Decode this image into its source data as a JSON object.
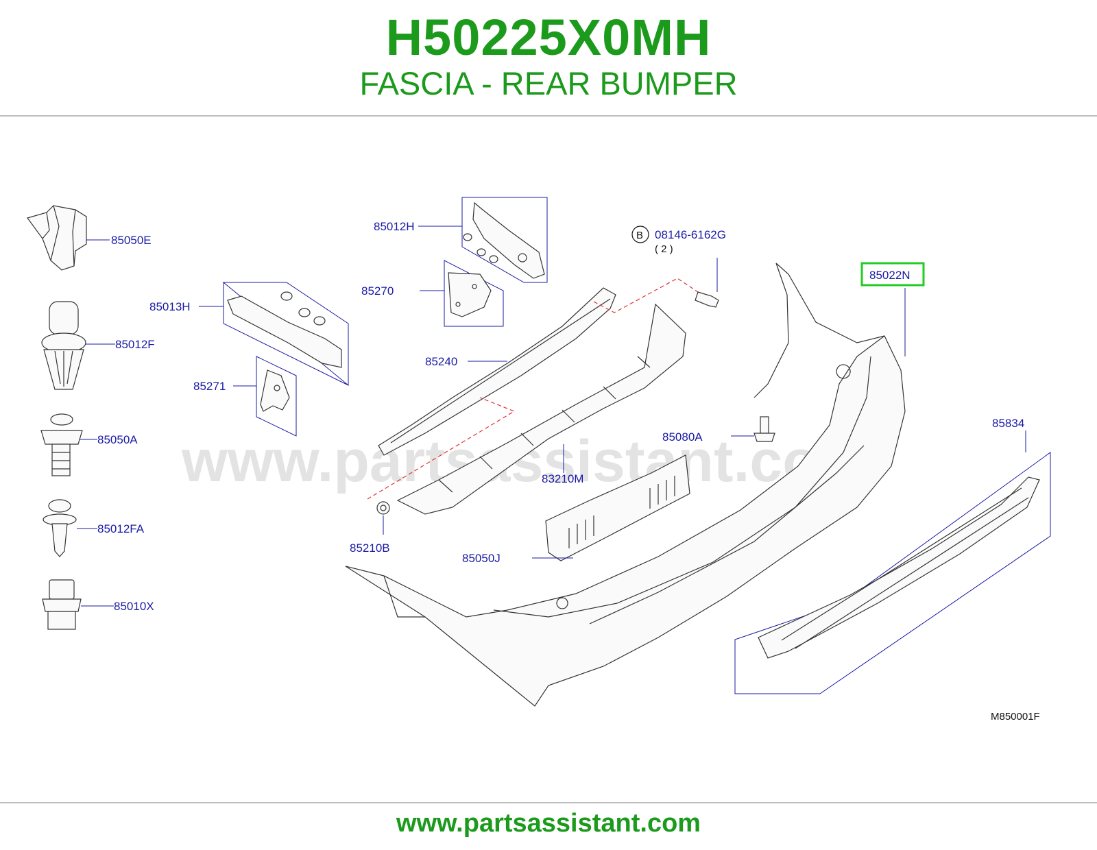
{
  "header": {
    "part_number": "H50225X0MH",
    "subtitle": "FASCIA - REAR BUMPER"
  },
  "diagram": {
    "watermark": "www.partsassistant.com",
    "figure_code": "M850001F",
    "bolt_callout": {
      "badge": "B",
      "code": "08146-6162G",
      "qty": "( 2 )"
    },
    "highlight_color": "#22cc22",
    "label_color": "#1a1aa6",
    "callouts": {
      "p85050E": "85050E",
      "p85012F": "85012F",
      "p85050A": "85050A",
      "p85012FA": "85012FA",
      "p85010X": "85010X",
      "p85013H": "85013H",
      "p85271": "85271",
      "p85012H": "85012H",
      "p85270": "85270",
      "p85240": "85240",
      "p83210M": "83210M",
      "p85210B": "85210B",
      "p85050J": "85050J",
      "p85080A": "85080A",
      "p85022N": "85022N",
      "p85834": "85834"
    }
  },
  "footer": {
    "url": "www.partsassistant.com"
  }
}
